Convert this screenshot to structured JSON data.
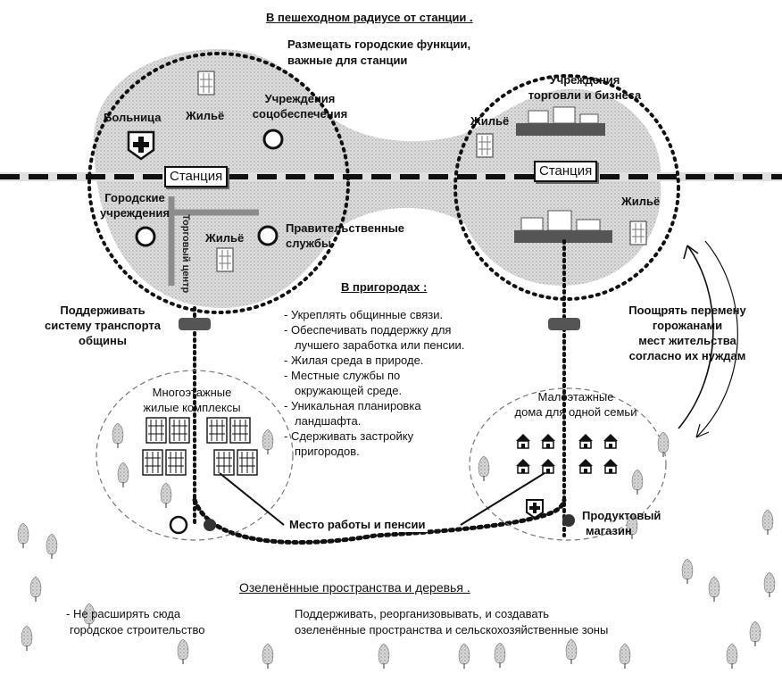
{
  "top": {
    "heading": "В пешеходном радиусе от станции .",
    "note_line1": "Размещать городские функции,",
    "note_line2": "важные для станции"
  },
  "left_node": {
    "station": "Станция",
    "hospital": "Больница",
    "housing_top": "Жильё",
    "social_line1": "Учреждения",
    "social_line2": "соцобеспечения",
    "city_line1": "Городские",
    "city_line2": "учреждения",
    "housing_bottom": "Жильё",
    "gov_line1": "Правительственные",
    "gov_line2": "службы",
    "center_label": "Торговый центр"
  },
  "right_node": {
    "station": "Станция",
    "trade_line1": "Учреждения",
    "trade_line2": "торговли и бизнеса",
    "housing_left": "Жильё",
    "housing_right": "Жильё"
  },
  "suburbs": {
    "heading": "В пригородах :",
    "items": [
      "- Укреплять общинные связи.",
      "- Обеспечивать поддержку для",
      "  лучшего заработка или пенсии.",
      "- Жилая среда в природе.",
      "- Местные службы по",
      "  окружающей среде.",
      "- Уникальная планировка",
      "  ландшафта.",
      "- Сдерживать застройку",
      "  пригородов."
    ]
  },
  "transport": {
    "line1": "Поддерживать",
    "line2": "систему транспорта",
    "line3": "общины"
  },
  "relocation": {
    "line1": "Поощрять перемену",
    "line2": "горожанами",
    "line3": "мест жительства",
    "line4": "согласно их нуждам"
  },
  "multistorey": {
    "line1": "Многоэтажные",
    "line2": "жилые комплексы"
  },
  "lowrise": {
    "line1": "Малоэтажные",
    "line2": "дома для одной семьи"
  },
  "work": "Место работы и пенсии",
  "grocery": {
    "line1": "Продуктовый",
    "line2": "магазин"
  },
  "green": {
    "heading": "Озеленённые пространства и деревья .",
    "left_line1": "- Не расширять сюда",
    "left_line2": "городское строительство",
    "right_line1": "Поддерживать, реорганизовывать, и создавать",
    "right_line2": "озеленённые пространства и сельскохозяйственные зоны"
  },
  "colors": {
    "ink": "#111111",
    "shade": "#bdbdbd",
    "light_shade": "#dcdcdc",
    "road": "#888888"
  }
}
